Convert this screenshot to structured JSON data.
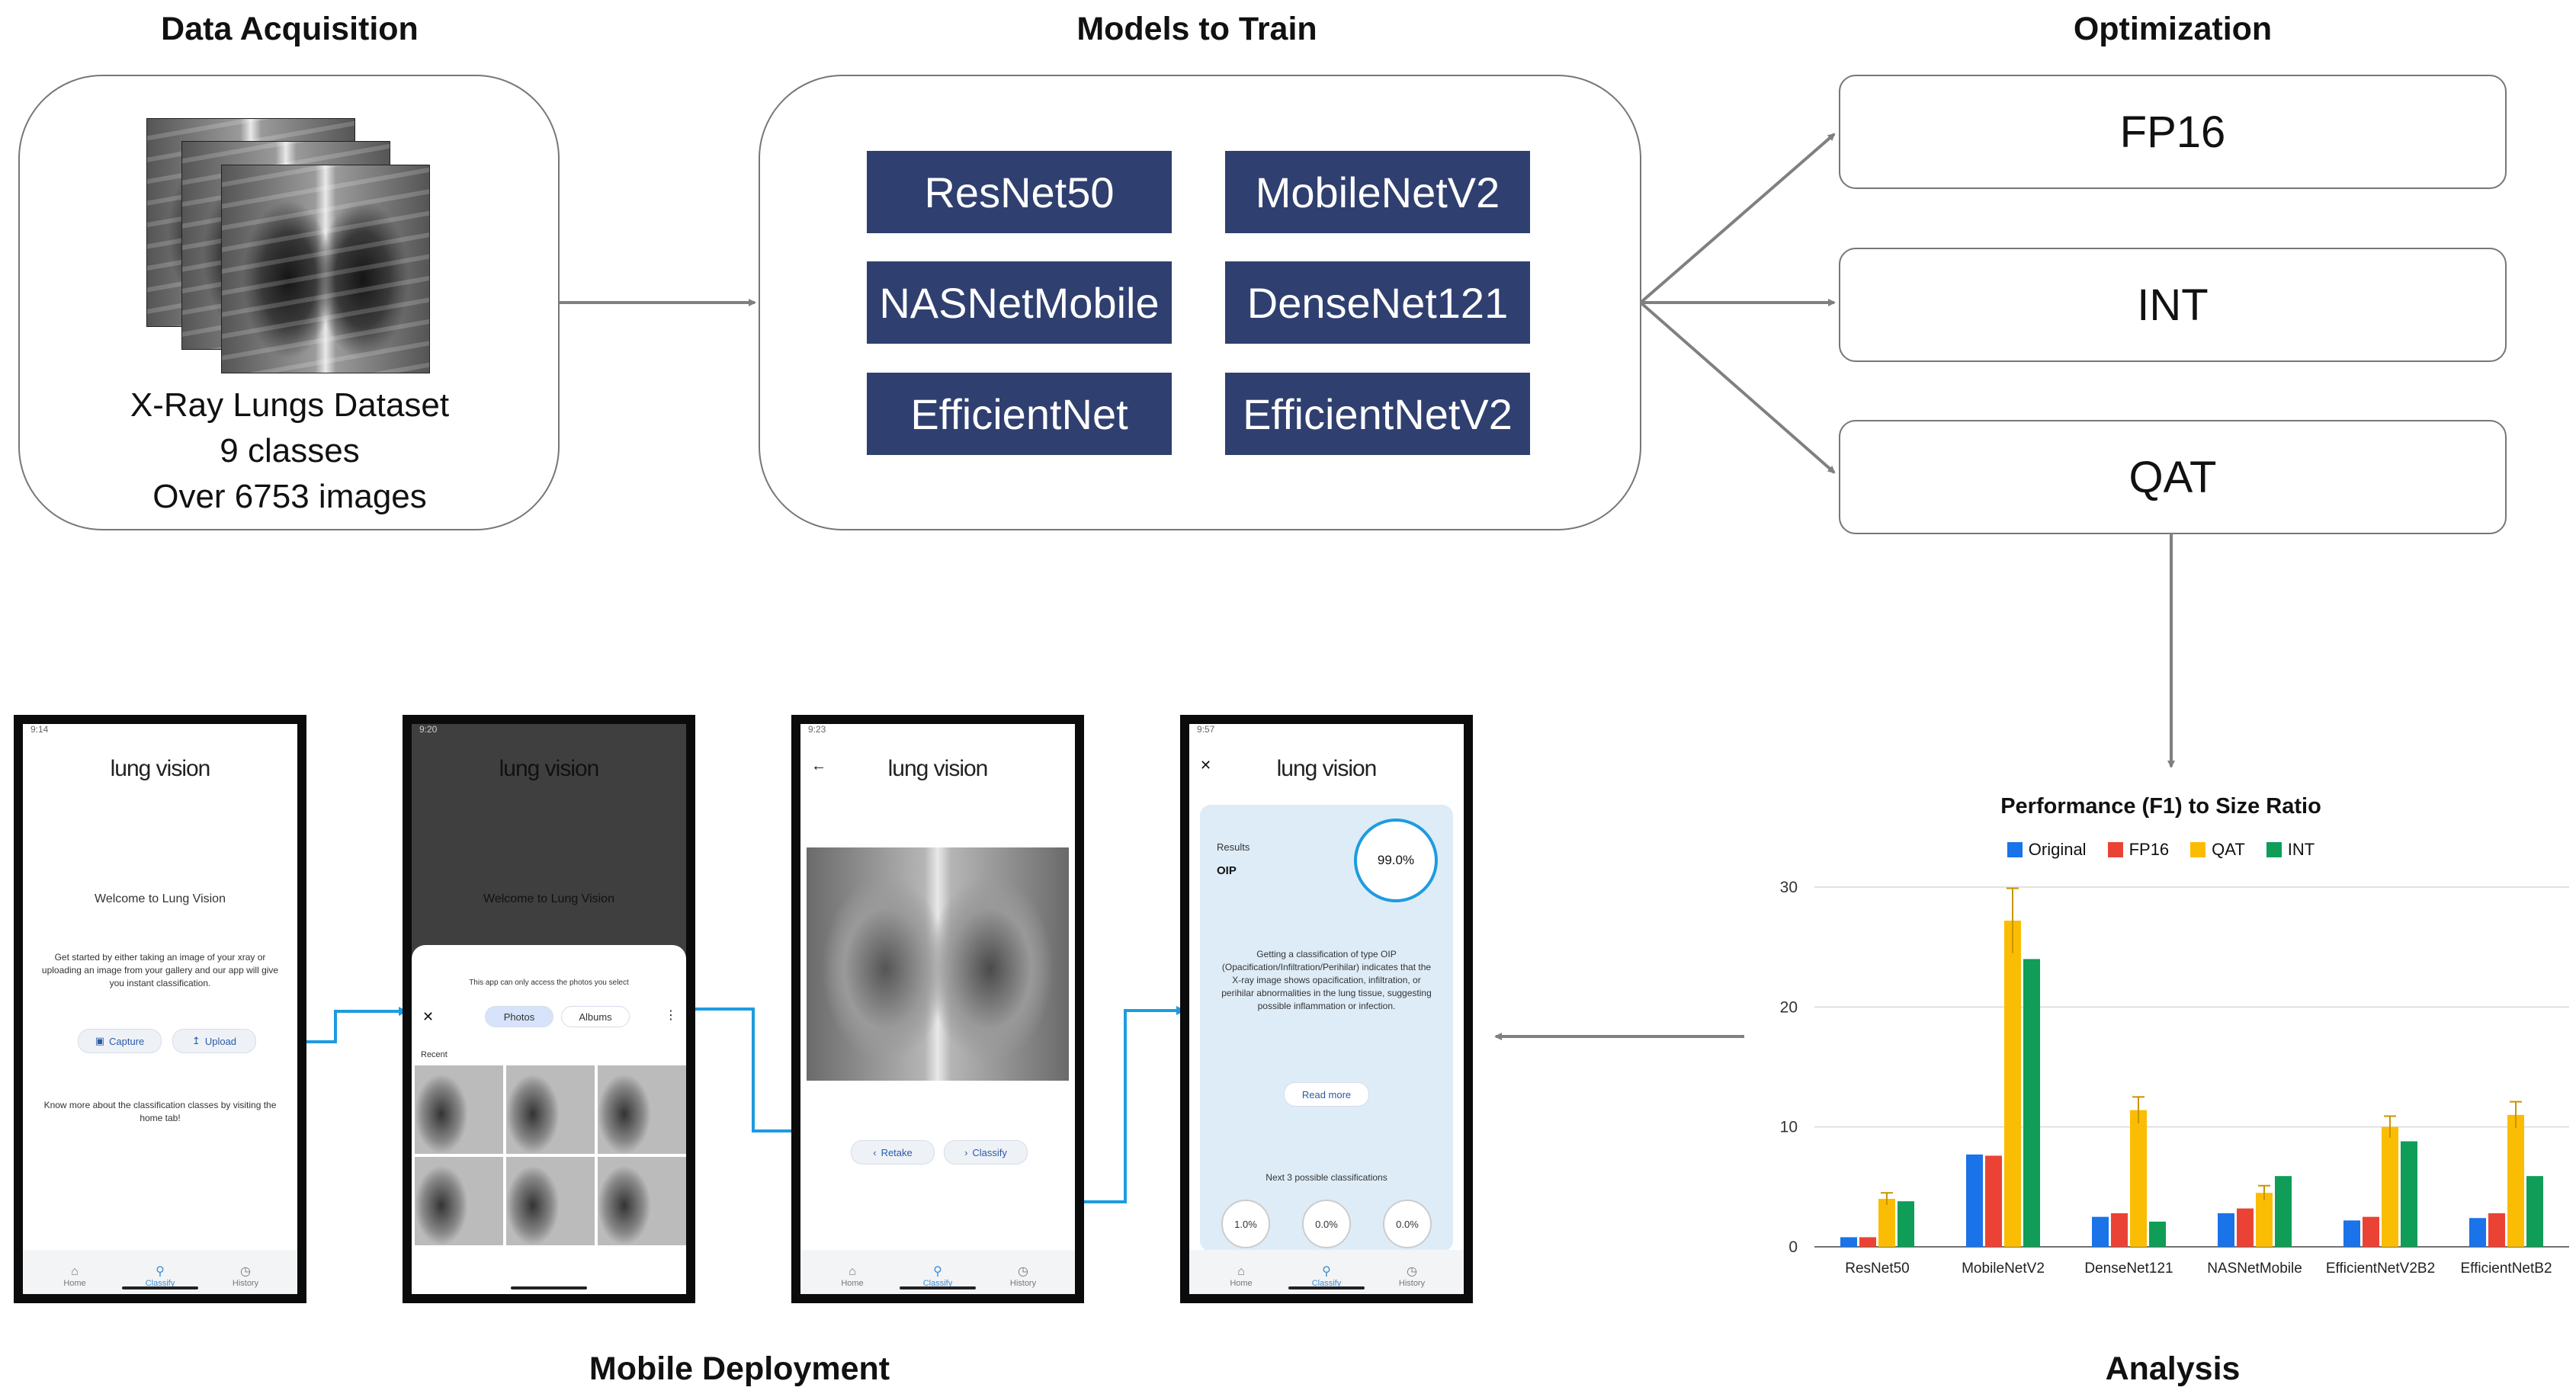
{
  "sections": {
    "data_acquisition": "Data Acquisition",
    "models_to_train": "Models to Train",
    "optimization": "Optimization",
    "mobile_deployment": "Mobile Deployment",
    "analysis": "Analysis"
  },
  "dataset": {
    "line1": "X-Ray Lungs Dataset",
    "line2": "9 classes",
    "line3": "Over 6753 images"
  },
  "models": [
    "ResNet50",
    "MobileNetV2",
    "NASNetMobile",
    "DenseNet121",
    "EfficientNet",
    "EfficientNetV2"
  ],
  "optimizations": [
    "FP16",
    "INT",
    "QAT"
  ],
  "phones": {
    "app_name": "lung vision",
    "status_times": [
      "9:14",
      "9:20",
      "9:23",
      "9:57"
    ],
    "welcome_title": "Welcome to Lung Vision",
    "welcome_body": "Get started by either taking an image of your xray or uploading an image from your gallery and our app will give you instant classification.",
    "capture_label": "Capture",
    "upload_label": "Upload",
    "know_more": "Know more about the classification classes by visiting the home tab!",
    "picker_notice": "This app can only access the photos you select",
    "photos_tab": "Photos",
    "albums_tab": "Albums",
    "recent_label": "Recent",
    "retake_label": "Retake",
    "classify_label": "Classify",
    "nav": [
      "Home",
      "Classify",
      "History"
    ],
    "results_label": "Results",
    "result_class": "OIP",
    "result_confidence": "99.0%",
    "result_desc": "Getting a classification of type OIP (Opacification/Infiltration/Perihilar) indicates that the X-ray image shows opacification, infiltration, or perihilar abnormalities in the lung tissue, suggesting possible inflammation or infection.",
    "read_more": "Read more",
    "next_possible": "Next 3 possible classifications",
    "next_values": [
      "1.0%",
      "0.0%",
      "0.0%"
    ]
  },
  "colors": {
    "model_box": "#2f3f6f",
    "arrow": "#808080",
    "flow_arrow": "#1e9be0"
  },
  "chart_data": {
    "type": "bar",
    "title": "Performance (F1) to Size Ratio",
    "categories": [
      "ResNet50",
      "MobileNetV2",
      "DenseNet121",
      "NASNetMobile",
      "EfficientNetV2B2",
      "EfficientNetB2"
    ],
    "series": [
      {
        "name": "Original",
        "color": "#1a73e8",
        "values": [
          0.8,
          7.7,
          2.5,
          2.8,
          2.2,
          2.4
        ]
      },
      {
        "name": "FP16",
        "color": "#ea4335",
        "values": [
          0.8,
          7.6,
          2.8,
          3.2,
          2.5,
          2.8
        ]
      },
      {
        "name": "QAT",
        "color": "#fbbc04",
        "values": [
          4.0,
          27.2,
          11.4,
          4.5,
          10.0,
          11.0
        ],
        "error": [
          0.5,
          2.7,
          1.1,
          0.6,
          0.9,
          1.1
        ]
      },
      {
        "name": "INT",
        "color": "#0f9d58",
        "values": [
          3.8,
          24.0,
          2.1,
          5.9,
          8.8,
          5.9
        ]
      }
    ],
    "ylim": [
      0,
      30
    ],
    "yticks": [
      0,
      10,
      20,
      30
    ],
    "legend": "top",
    "grid": true
  }
}
